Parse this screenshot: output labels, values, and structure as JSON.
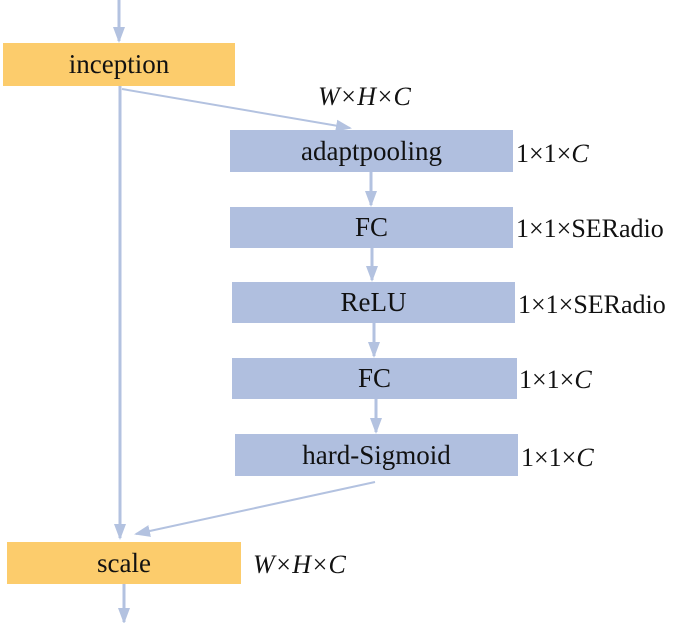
{
  "colors": {
    "main_node": "#fccc6c",
    "se_node": "#b0bfdf",
    "edge": "#b3c2e0"
  },
  "nodes": {
    "inception": "inception",
    "adaptpooling": "adaptpooling",
    "fc1": "FC",
    "relu": "ReLU",
    "fc2": "FC",
    "hard_sigmoid": "hard-Sigmoid",
    "scale": "scale"
  },
  "dims": {
    "input": {
      "pre": "",
      "italic": "W×H×C"
    },
    "adaptpooling": {
      "pre": "1×1×",
      "italic": "C"
    },
    "fc1": {
      "pre": "1×1×SERadio",
      "italic": ""
    },
    "relu": {
      "pre": "1×1×SERadio",
      "italic": ""
    },
    "fc2": {
      "pre": "1×1×",
      "italic": "C"
    },
    "hard_sigmoid": {
      "pre": "1×1×",
      "italic": "C"
    },
    "scale": {
      "pre": "",
      "italic": "W×H×C"
    }
  }
}
